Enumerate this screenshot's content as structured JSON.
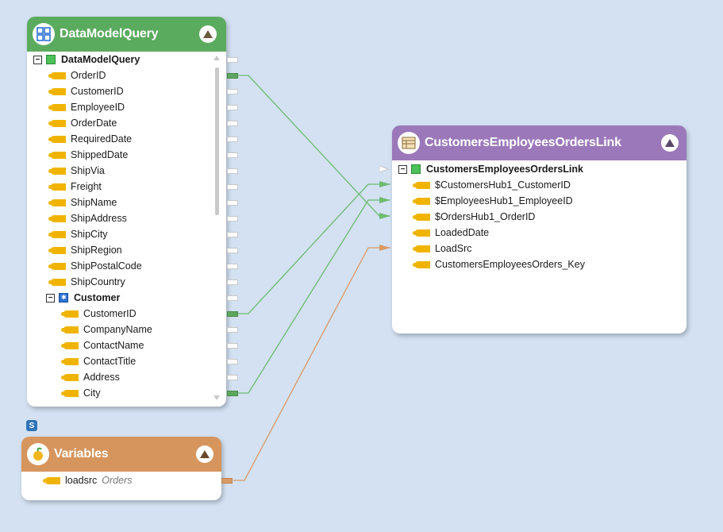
{
  "colors": {
    "canvas": "#d3e1f2",
    "query_header": "#5bab5f",
    "link_header": "#9b78b9",
    "variables_header": "#d6955d",
    "link_line_green": "#6dbb6f",
    "link_line_orange": "#d99a63"
  },
  "query_panel": {
    "title": "DataModelQuery",
    "icon": "diagram-icon",
    "root_label": "DataModelQuery",
    "fields": [
      "OrderID",
      "CustomerID",
      "EmployeeID",
      "OrderDate",
      "RequiredDate",
      "ShippedDate",
      "ShipVia",
      "Freight",
      "ShipName",
      "ShipAddress",
      "ShipCity",
      "ShipRegion",
      "ShipPostalCode",
      "ShipCountry"
    ],
    "customer_label": "Customer",
    "customer_fields": [
      "CustomerID",
      "CompanyName",
      "ContactName",
      "ContactTitle",
      "Address",
      "City"
    ]
  },
  "link_panel": {
    "title": "CustomersEmployeesOrdersLink",
    "icon": "table-icon",
    "root_label": "CustomersEmployeesOrdersLink",
    "fields": [
      "$CustomersHub1_CustomerID",
      "$EmployeesHub1_EmployeeID",
      "$OrdersHub1_OrderID",
      "LoadedDate",
      "LoadSrc",
      "CustomersEmployeesOrders_Key"
    ]
  },
  "variables_panel": {
    "title": "Variables",
    "icon": "lemon-icon",
    "var_name": "loadsrc",
    "var_value": "Orders"
  },
  "badge": "S"
}
